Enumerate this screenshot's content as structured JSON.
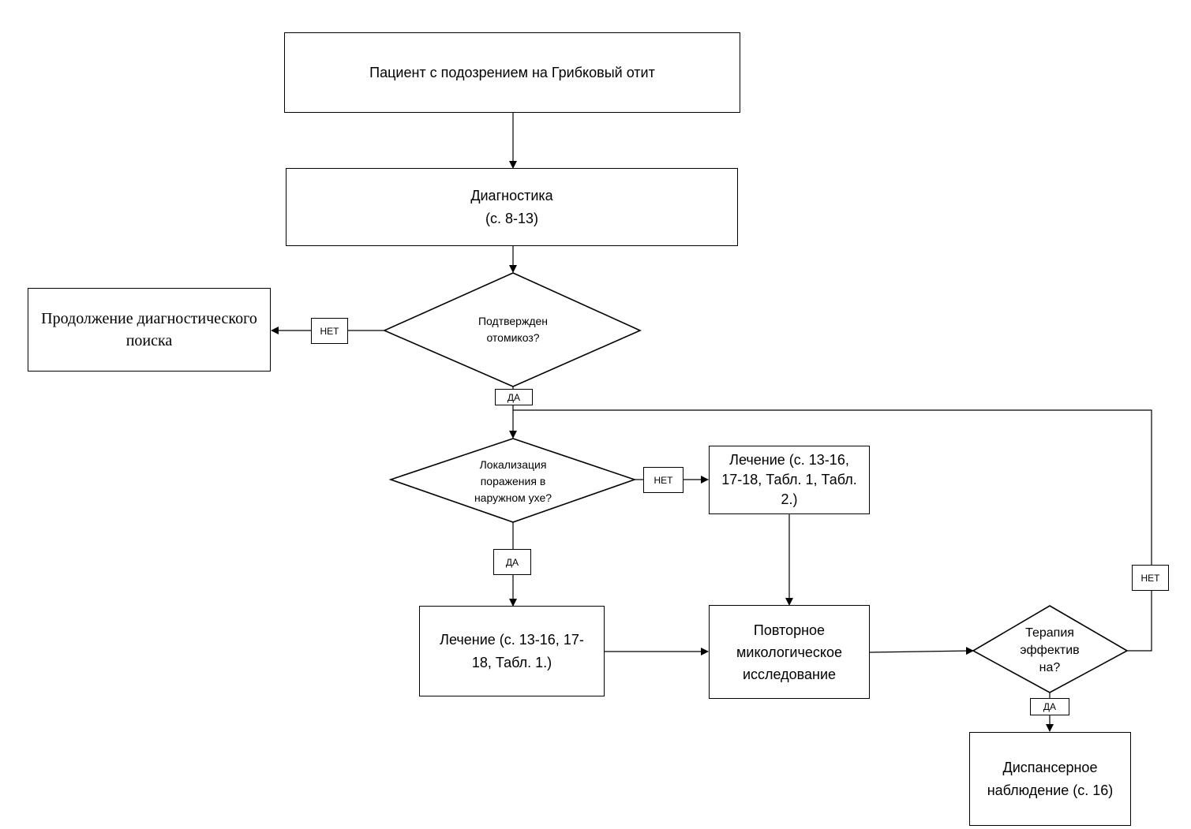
{
  "nodes": {
    "start": "Пациент с подозрением на Грибковый отит",
    "diagnostics": "Диагностика\n(с. 8-13)",
    "continue_search": "Продолжение диагностического\nпоиска",
    "confirmed_q": "Подтвержден\nотомикоз?",
    "location_q": "Локализация\nпоражения в\nнаружном ухе?",
    "treatment_tab12": "Лечение (с. 13-16,\n17-18, Табл. 1, Табл.\n2.)",
    "treatment_tab1": "Лечение (с. 13-16, 17-\n18, Табл. 1.)",
    "repeat_myco": "Повторное\nмикологическое\nисследование",
    "therapy_q": "Терапия\nэффектив\nна?",
    "dispensary": "Диспансерное\nнаблюдение (с. 16)"
  },
  "labels": {
    "no_1": "НЕТ",
    "yes_1": "ДА",
    "no_2": "НЕТ",
    "yes_2": "ДА",
    "no_3": "НЕТ",
    "yes_3": "ДА"
  }
}
